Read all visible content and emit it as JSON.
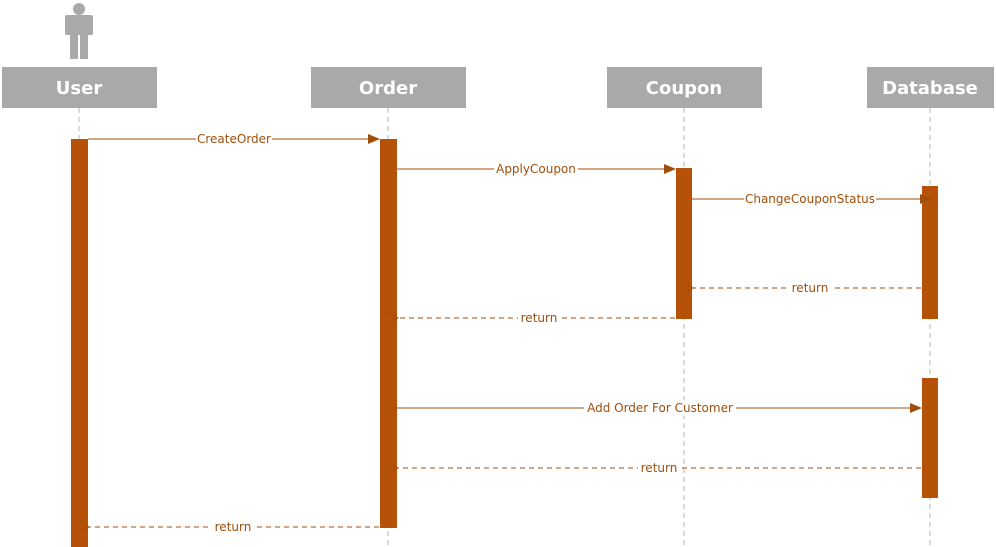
{
  "colors": {
    "header_bg": "#a9a9a9",
    "header_text": "#ffffff",
    "activation": "#b55208",
    "message": "#a04e0c",
    "lifeline": "#b5b5b5",
    "actor": "#a9a9a9"
  },
  "actor_icon": "person-icon",
  "participants": [
    {
      "id": "user",
      "label": "User"
    },
    {
      "id": "order",
      "label": "Order"
    },
    {
      "id": "coupon",
      "label": "Coupon"
    },
    {
      "id": "database",
      "label": "Database"
    }
  ],
  "messages": [
    {
      "label": "CreateOrder",
      "from": "user",
      "to": "order",
      "kind": "sync"
    },
    {
      "label": "ApplyCoupon",
      "from": "order",
      "to": "coupon",
      "kind": "sync"
    },
    {
      "label": "ChangeCouponStatus",
      "from": "coupon",
      "to": "database",
      "kind": "sync"
    },
    {
      "label": "return",
      "from": "database",
      "to": "coupon",
      "kind": "return"
    },
    {
      "label": "return",
      "from": "coupon",
      "to": "order",
      "kind": "return"
    },
    {
      "label": "Add Order For Customer",
      "from": "order",
      "to": "database",
      "kind": "sync"
    },
    {
      "label": "return",
      "from": "database",
      "to": "order",
      "kind": "return"
    },
    {
      "label": "return",
      "from": "order",
      "to": "user",
      "kind": "return"
    }
  ]
}
